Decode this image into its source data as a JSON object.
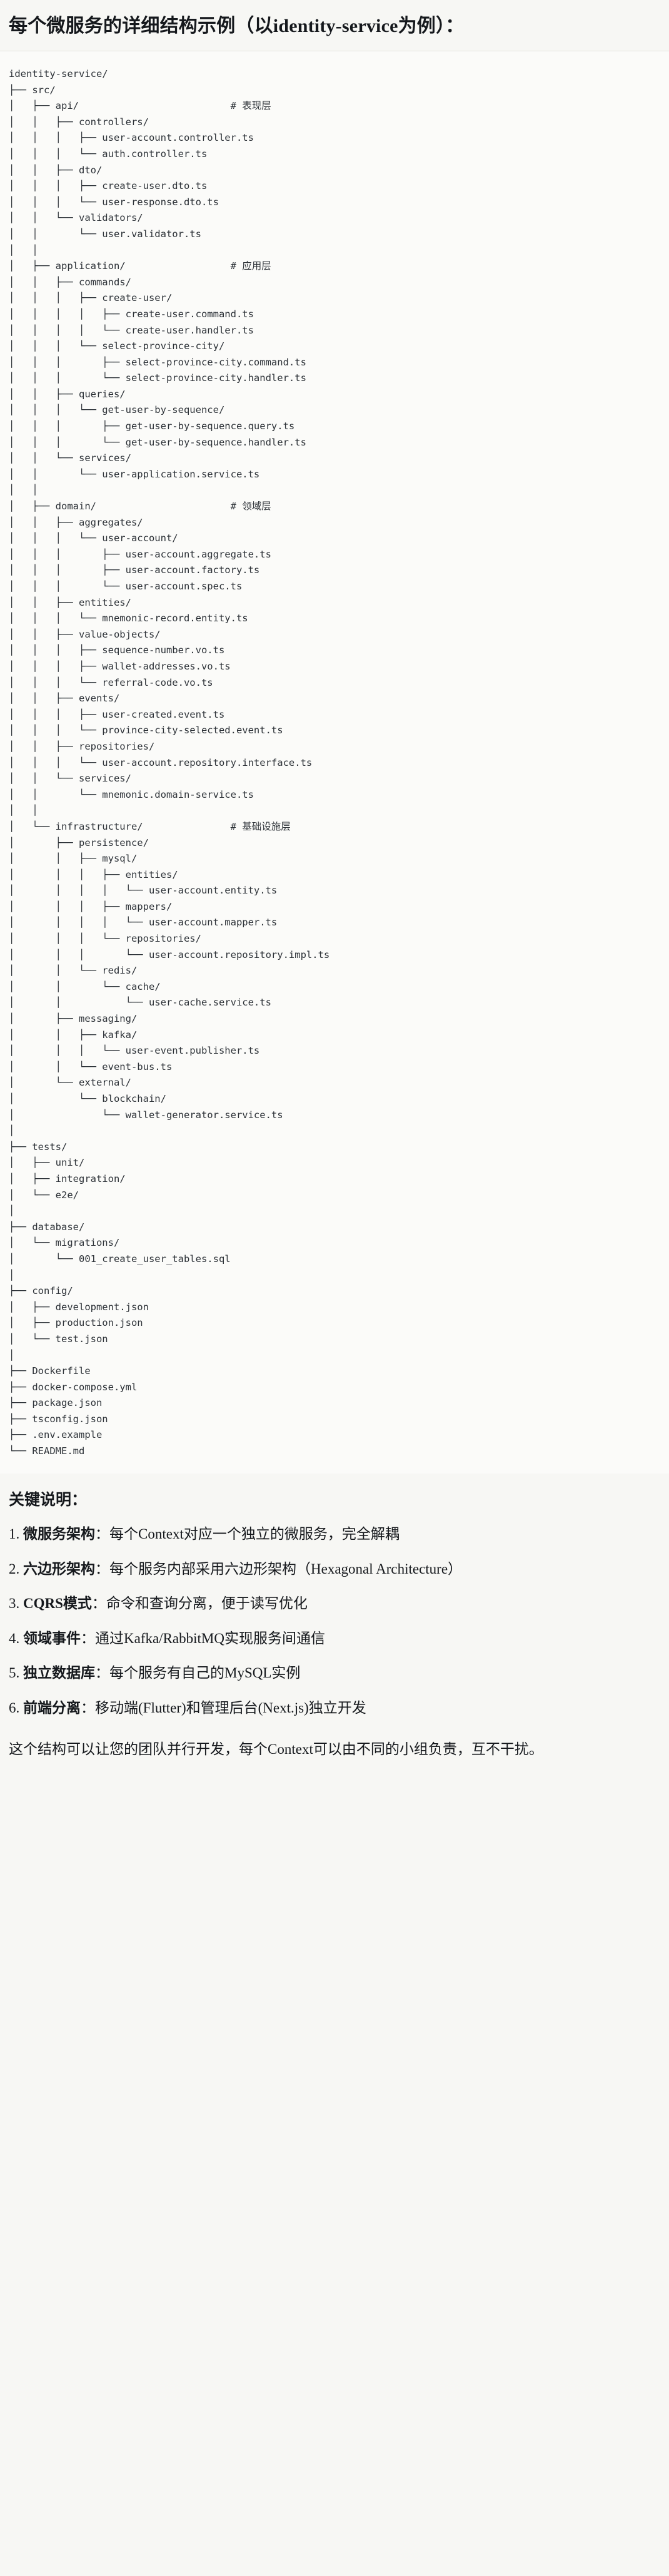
{
  "title": "每个微服务的详细结构示例（以identity-service为例）：",
  "tree": {
    "name": "directory-tree",
    "text": "identity-service/\n├── src/\n│   ├── api/                          # 表现层\n│   │   ├── controllers/\n│   │   │   ├── user-account.controller.ts\n│   │   │   └── auth.controller.ts\n│   │   ├── dto/\n│   │   │   ├── create-user.dto.ts\n│   │   │   └── user-response.dto.ts\n│   │   └── validators/\n│   │       └── user.validator.ts\n│   │\n│   ├── application/                  # 应用层\n│   │   ├── commands/\n│   │   │   ├── create-user/\n│   │   │   │   ├── create-user.command.ts\n│   │   │   │   └── create-user.handler.ts\n│   │   │   └── select-province-city/\n│   │   │       ├── select-province-city.command.ts\n│   │   │       └── select-province-city.handler.ts\n│   │   ├── queries/\n│   │   │   └── get-user-by-sequence/\n│   │   │       ├── get-user-by-sequence.query.ts\n│   │   │       └── get-user-by-sequence.handler.ts\n│   │   └── services/\n│   │       └── user-application.service.ts\n│   │\n│   ├── domain/                       # 领域层\n│   │   ├── aggregates/\n│   │   │   └── user-account/\n│   │   │       ├── user-account.aggregate.ts\n│   │   │       ├── user-account.factory.ts\n│   │   │       └── user-account.spec.ts\n│   │   ├── entities/\n│   │   │   └── mnemonic-record.entity.ts\n│   │   ├── value-objects/\n│   │   │   ├── sequence-number.vo.ts\n│   │   │   ├── wallet-addresses.vo.ts\n│   │   │   └── referral-code.vo.ts\n│   │   ├── events/\n│   │   │   ├── user-created.event.ts\n│   │   │   └── province-city-selected.event.ts\n│   │   ├── repositories/\n│   │   │   └── user-account.repository.interface.ts\n│   │   └── services/\n│   │       └── mnemonic.domain-service.ts\n│   │\n│   └── infrastructure/               # 基础设施层\n│       ├── persistence/\n│       │   ├── mysql/\n│       │   │   ├── entities/\n│       │   │   │   └── user-account.entity.ts\n│       │   │   ├── mappers/\n│       │   │   │   └── user-account.mapper.ts\n│       │   │   └── repositories/\n│       │   │       └── user-account.repository.impl.ts\n│       │   └── redis/\n│       │       └── cache/\n│       │           └── user-cache.service.ts\n│       ├── messaging/\n│       │   ├── kafka/\n│       │   │   └── user-event.publisher.ts\n│       │   └── event-bus.ts\n│       └── external/\n│           └── blockchain/\n│               └── wallet-generator.service.ts\n│\n├── tests/\n│   ├── unit/\n│   ├── integration/\n│   └── e2e/\n│\n├── database/\n│   └── migrations/\n│       └── 001_create_user_tables.sql\n│\n├── config/\n│   ├── development.json\n│   ├── production.json\n│   └── test.json\n│\n├── Dockerfile\n├── docker-compose.yml\n├── package.json\n├── tsconfig.json\n├── .env.example\n└── README.md"
  },
  "key_points": {
    "heading": "关键说明：",
    "items": [
      {
        "term": "微服务架构",
        "sep": "：",
        "desc": "每个Context对应一个独立的微服务，完全解耦"
      },
      {
        "term": "六边形架构",
        "sep": "：",
        "desc": "每个服务内部采用六边形架构（Hexagonal Architecture）"
      },
      {
        "term": "CQRS模式",
        "sep": "：",
        "desc": "命令和查询分离，便于读写优化"
      },
      {
        "term": "领域事件",
        "sep": "：",
        "desc": "通过Kafka/RabbitMQ实现服务间通信"
      },
      {
        "term": "独立数据库",
        "sep": "：",
        "desc": "每个服务有自己的MySQL实例"
      },
      {
        "term": "前端分离",
        "sep": "：",
        "desc": "移动端(Flutter)和管理后台(Next.js)独立开发"
      }
    ]
  },
  "closing": "这个结构可以让您的团队并行开发，每个Context可以由不同的小组负责，互不干扰。",
  "colors": {
    "page_bg": "#f7f7f4",
    "code_bg": "#fbfbf9",
    "text": "#15181c",
    "code_text": "#2c3137",
    "rule": "#e3e3de"
  }
}
